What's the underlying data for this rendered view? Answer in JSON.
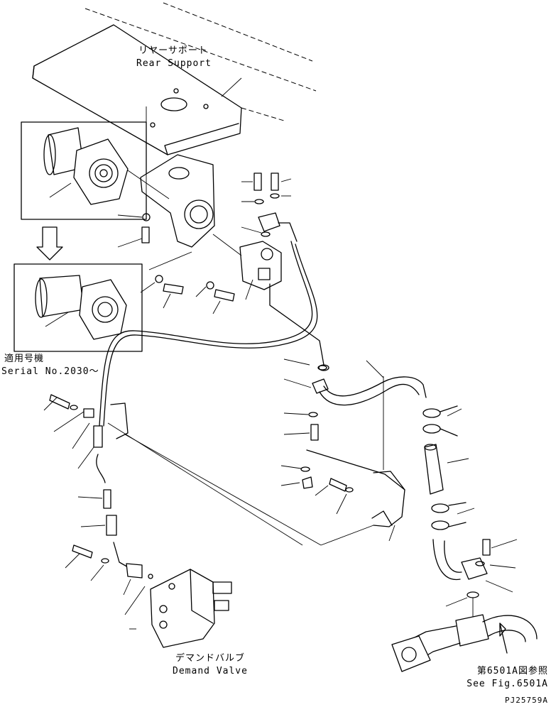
{
  "labels": {
    "rear_support_jp": "リヤーサポート",
    "rear_support_en": "Rear Support",
    "serial_jp": "適用号機",
    "serial_en": "Serial No.2030～",
    "demand_valve_jp": "デマンドバルブ",
    "demand_valve_en": "Demand Valve",
    "see_fig_jp": "第6501A図参照",
    "see_fig_en": "See Fig.6501A",
    "drawing_number": "PJ25759A"
  }
}
